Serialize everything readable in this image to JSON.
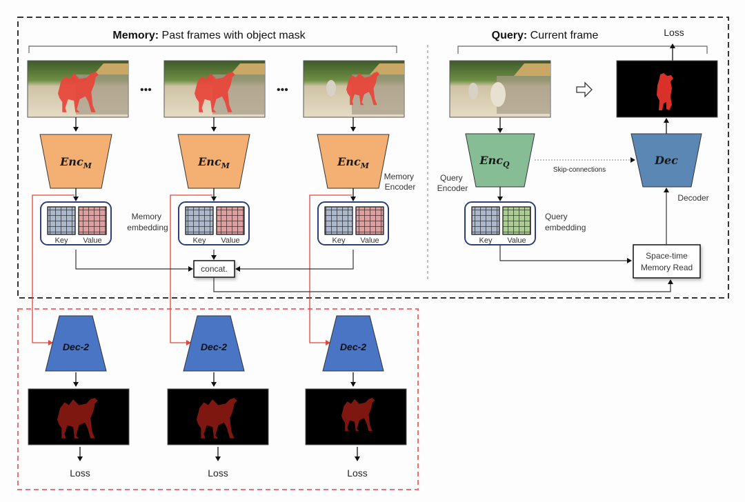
{
  "memory_section": {
    "title_bold": "Memory:",
    "title_rest": " Past frames with object mask",
    "ellipsis": "•••",
    "frames": [
      {
        "id": "past-frame-1",
        "encoder_label": "Enc",
        "encoder_sub": "M",
        "key_label": "Key",
        "value_label": "Value",
        "decoder_label": "Dec-2",
        "loss_label": "Loss"
      },
      {
        "id": "past-frame-2",
        "encoder_label": "Enc",
        "encoder_sub": "M",
        "key_label": "Key",
        "value_label": "Value",
        "decoder_label": "Dec-2",
        "loss_label": "Loss"
      },
      {
        "id": "past-frame-3",
        "encoder_label": "Enc",
        "encoder_sub": "M",
        "key_label": "Key",
        "value_label": "Value",
        "decoder_label": "Dec-2",
        "loss_label": "Loss"
      }
    ],
    "embedding_caption_line1": "Memory",
    "embedding_caption_line2": "embedding",
    "encoder_caption_line1": "Memory",
    "encoder_caption_line2": "Encoder",
    "concat_label": "concat."
  },
  "query_section": {
    "title_bold": "Query:",
    "title_rest": " Current frame",
    "loss_label": "Loss",
    "encoder_label": "Enc",
    "encoder_sub": "Q",
    "encoder_caption_line1": "Query",
    "encoder_caption_line2": "Encoder",
    "key_label": "Key",
    "value_label": "Value",
    "embedding_caption_line1": "Query",
    "embedding_caption_line2": "embedding",
    "skip_label": "Skip-connections",
    "decoder_label": "Dec",
    "decoder_caption": "Decoder",
    "memory_read_line1": "Space-time",
    "memory_read_line2": "Memory Read"
  },
  "colors": {
    "memory_encoder": "#f4b072",
    "query_encoder": "#86bd94",
    "decoder": "#5b87b5",
    "dec2": "#4a74c4",
    "key_grid": "#a9b8cf",
    "memory_value_grid": "#e49b9b",
    "query_value_grid": "#a8d08d",
    "mask_red": "#d9302a",
    "mask_dark_red": "#7d1710",
    "aux_branch": "#f07070",
    "embedding_border": "#2c3f7a"
  }
}
